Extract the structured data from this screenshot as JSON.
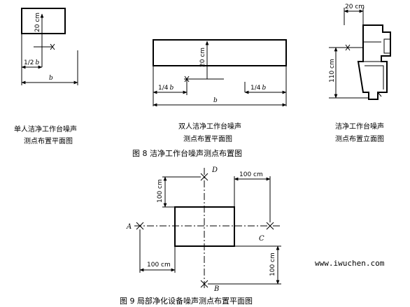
{
  "diagram_1": {
    "dim_height": "20 cm",
    "dim_half_b": "1/2",
    "dim_half_b_var": "b",
    "dim_width": "b",
    "caption_line1": "单人洁净工作台噪声",
    "caption_line2": "测点布置平面图"
  },
  "diagram_2": {
    "dim_height": "20 cm",
    "dim_quarter_left": "1/4",
    "dim_quarter_left_var": "b",
    "dim_quarter_right": "1/4",
    "dim_quarter_right_var": "b",
    "dim_width": "b",
    "caption_line1": "双人洁净工作台噪声",
    "caption_line2": "测点布置平面图"
  },
  "diagram_3": {
    "dim_top": "20 cm",
    "dim_height": "110 cm",
    "caption_line1": "洁净工作台噪声",
    "caption_line2": "测点布置立面图"
  },
  "figure_8_caption": "图 8   洁净工作台噪声测点布置图",
  "diagram_4": {
    "label_a": "A",
    "label_b": "B",
    "label_c": "C",
    "label_d": "D",
    "dim_top_left": "100 cm",
    "dim_top_right": "100 cm",
    "dim_bottom_left": "100 cm",
    "dim_bottom_right": "100 cm"
  },
  "watermark": "www.iwuchen.com",
  "figure_9_caption": "图 9   局部净化设备噪声测点布置平面图"
}
